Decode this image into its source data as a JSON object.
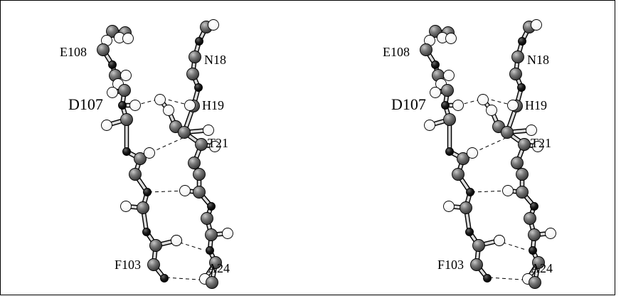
{
  "views": [
    {
      "name": "left"
    },
    {
      "name": "right"
    }
  ],
  "labels": {
    "e108": "E108",
    "n18": "N18",
    "d107": "D107",
    "h19": "H19",
    "t21": "T21",
    "f103": "F103",
    "a24": "A24"
  },
  "colors": {
    "carbon": "#6e6e6e",
    "nitrogen": "#1a1a1a",
    "hydrogen": "#ffffff",
    "bond": "#dcdcdc",
    "hbond": "#000000"
  }
}
